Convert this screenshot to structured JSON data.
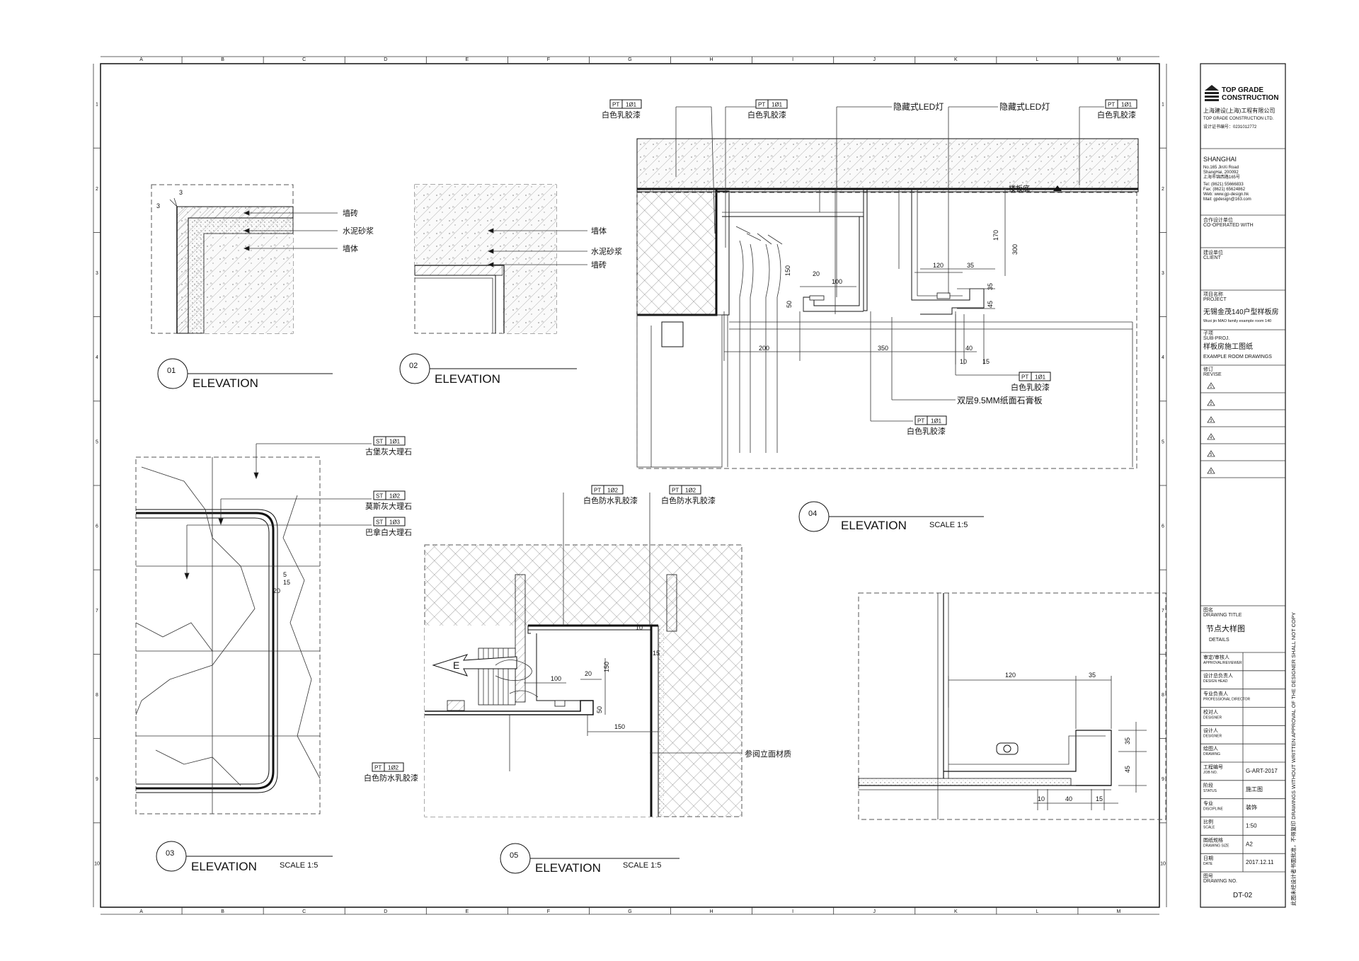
{
  "grid": {
    "columns": [
      "A",
      "B",
      "C",
      "D",
      "E",
      "F",
      "G",
      "H",
      "I",
      "J",
      "K",
      "L",
      "M"
    ],
    "rows": [
      "1",
      "2",
      "3",
      "4",
      "5",
      "6",
      "7",
      "8",
      "9",
      "10"
    ]
  },
  "details": {
    "d01": {
      "num": "01",
      "title": "ELEVATION",
      "layers": [
        "墙砖",
        "水泥砂浆",
        "墙体"
      ],
      "dims": [
        "3",
        "3"
      ]
    },
    "d02": {
      "num": "02",
      "title": "ELEVATION",
      "layers": [
        "墙体",
        "水泥砂浆",
        "墙砖"
      ]
    },
    "d03": {
      "num": "03",
      "title": "ELEVATION",
      "scale": "SCALE  1:5",
      "tags": [
        {
          "code": "ST",
          "no": "1Ø1",
          "label": "古堡灰大理石"
        },
        {
          "code": "ST",
          "no": "1Ø2",
          "label": "莫斯灰大理石"
        },
        {
          "code": "ST",
          "no": "1Ø3",
          "label": "巴拿白大理石"
        }
      ],
      "dims": [
        "5",
        "15",
        "20"
      ]
    },
    "d04": {
      "num": "04",
      "title": "ELEVATION",
      "scale": "SCALE  1:5",
      "tags": [
        {
          "code": "PT",
          "no": "1Ø1",
          "label": "白色乳胶漆"
        },
        {
          "code": "PT",
          "no": "1Ø1",
          "label": "白色乳胶漆"
        },
        {
          "code": "PT",
          "no": "1Ø1",
          "label": "白色乳胶漆"
        },
        {
          "code": "PT",
          "no": "1Ø1",
          "label": "白色乳胶漆"
        },
        {
          "code": "PT",
          "no": "1Ø1",
          "label": "白色乳胶漆"
        }
      ],
      "notes": [
        "隐藏式LED灯",
        "隐藏式LED灯",
        "楼板底",
        "双层9.5MM纸面石膏板"
      ],
      "dims": [
        "150",
        "20",
        "100",
        "50",
        "200",
        "350",
        "120",
        "35",
        "170",
        "300",
        "35",
        "45",
        "40",
        "10",
        "15"
      ]
    },
    "d05": {
      "num": "05",
      "title": "ELEVATION",
      "scale": "SCALE  1:5",
      "tags": [
        {
          "code": "PT",
          "no": "1Ø2",
          "label": "白色防水乳胶漆"
        },
        {
          "code": "PT",
          "no": "1Ø2",
          "label": "白色防水乳胶漆"
        },
        {
          "code": "PT",
          "no": "1Ø2",
          "label": "白色防水乳胶漆"
        }
      ],
      "notes": [
        "参阅立面材质",
        "E"
      ],
      "dims": [
        "150",
        "100",
        "20",
        "50",
        "150",
        "10",
        "15"
      ]
    },
    "d06": {
      "dims": [
        "120",
        "35",
        "35",
        "45",
        "10",
        "40",
        "15"
      ]
    }
  },
  "title_block": {
    "company_en_1": "TOP GRADE",
    "company_en_2": "CONSTRUCTION",
    "company_cn": "上海建设(上海)工程有限公司",
    "company_en_full": "TOP GRADE CONSTRUCTION LTD.",
    "license": "设计证书编号：0231012772",
    "city": "SHANGHAI",
    "addr": [
      "No.165 JinXi Road",
      "ShangHai, 200092",
      "上海市锦西路165号"
    ],
    "contact": [
      "Tel:    (8621) 55666833",
      "Fax:    (8621) 65624862",
      "Web:   www.gp-design.hk",
      "Mail:   gpdesign@163.com"
    ],
    "cooperate_cn": "合作设计单位",
    "cooperate_en": "CO-OPERATED WITH",
    "client_cn": "建设单位",
    "client_en": "CLIENT",
    "project_cn": "项目名称",
    "project_en": "PROJECT",
    "project_name": "无锡金茂140户型样板房",
    "project_name_en": "Wuxi jin MAO family example room 140",
    "subproj_cn": "子项",
    "subproj_en": "SUB-PROJ.",
    "subproj_name": "样板房施工图纸",
    "subproj_name_en": "EXAMPLE ROOM DRAWINGS",
    "revise_cn": "修订",
    "revise_en": "REVISE",
    "revisions": [
      "1",
      "2",
      "3",
      "4",
      "5",
      "6"
    ],
    "drawing_title_cn": "图名",
    "drawing_title_en": "DRAWING TITLE",
    "drawing_title": "节点大样图",
    "drawing_title_sub": "DETAILS",
    "rows": [
      {
        "cn": "审定/审核人",
        "en": "APPROVAL/REVIEWER",
        "val": ""
      },
      {
        "cn": "设计总负责人",
        "en": "DESIGN HEAD",
        "val": ""
      },
      {
        "cn": "专业负责人",
        "en": "PROFESSIONAL DIRECTOR",
        "val": ""
      },
      {
        "cn": "校对人",
        "en": "DESIGNER",
        "val": ""
      },
      {
        "cn": "设计人",
        "en": "DESIGNER",
        "val": ""
      },
      {
        "cn": "绘图人",
        "en": "DRAWING",
        "val": ""
      },
      {
        "cn": "工程编号",
        "en": "JOB NO.",
        "val": "G-ART-2017"
      },
      {
        "cn": "阶段",
        "en": "STATUS",
        "val": "施工图"
      },
      {
        "cn": "专业",
        "en": "DISCIPLINE",
        "val": "装饰"
      },
      {
        "cn": "比例",
        "en": "SCALE",
        "val": "1:50"
      },
      {
        "cn": "图纸规格",
        "en": "DRAWING SIZE",
        "val": "A2"
      },
      {
        "cn": "日期",
        "en": "DATE",
        "val": "2017.12.11"
      }
    ],
    "drawing_no_cn": "图号",
    "drawing_no_en": "DRAWING NO.",
    "drawing_no": "DT-02",
    "side_note": "此图未经设计者书面批准，不得复印  DRAWINGS WITHOUT WRITTEN APPROVAL OF THE DESIGNER SHALL NOT COPY"
  }
}
